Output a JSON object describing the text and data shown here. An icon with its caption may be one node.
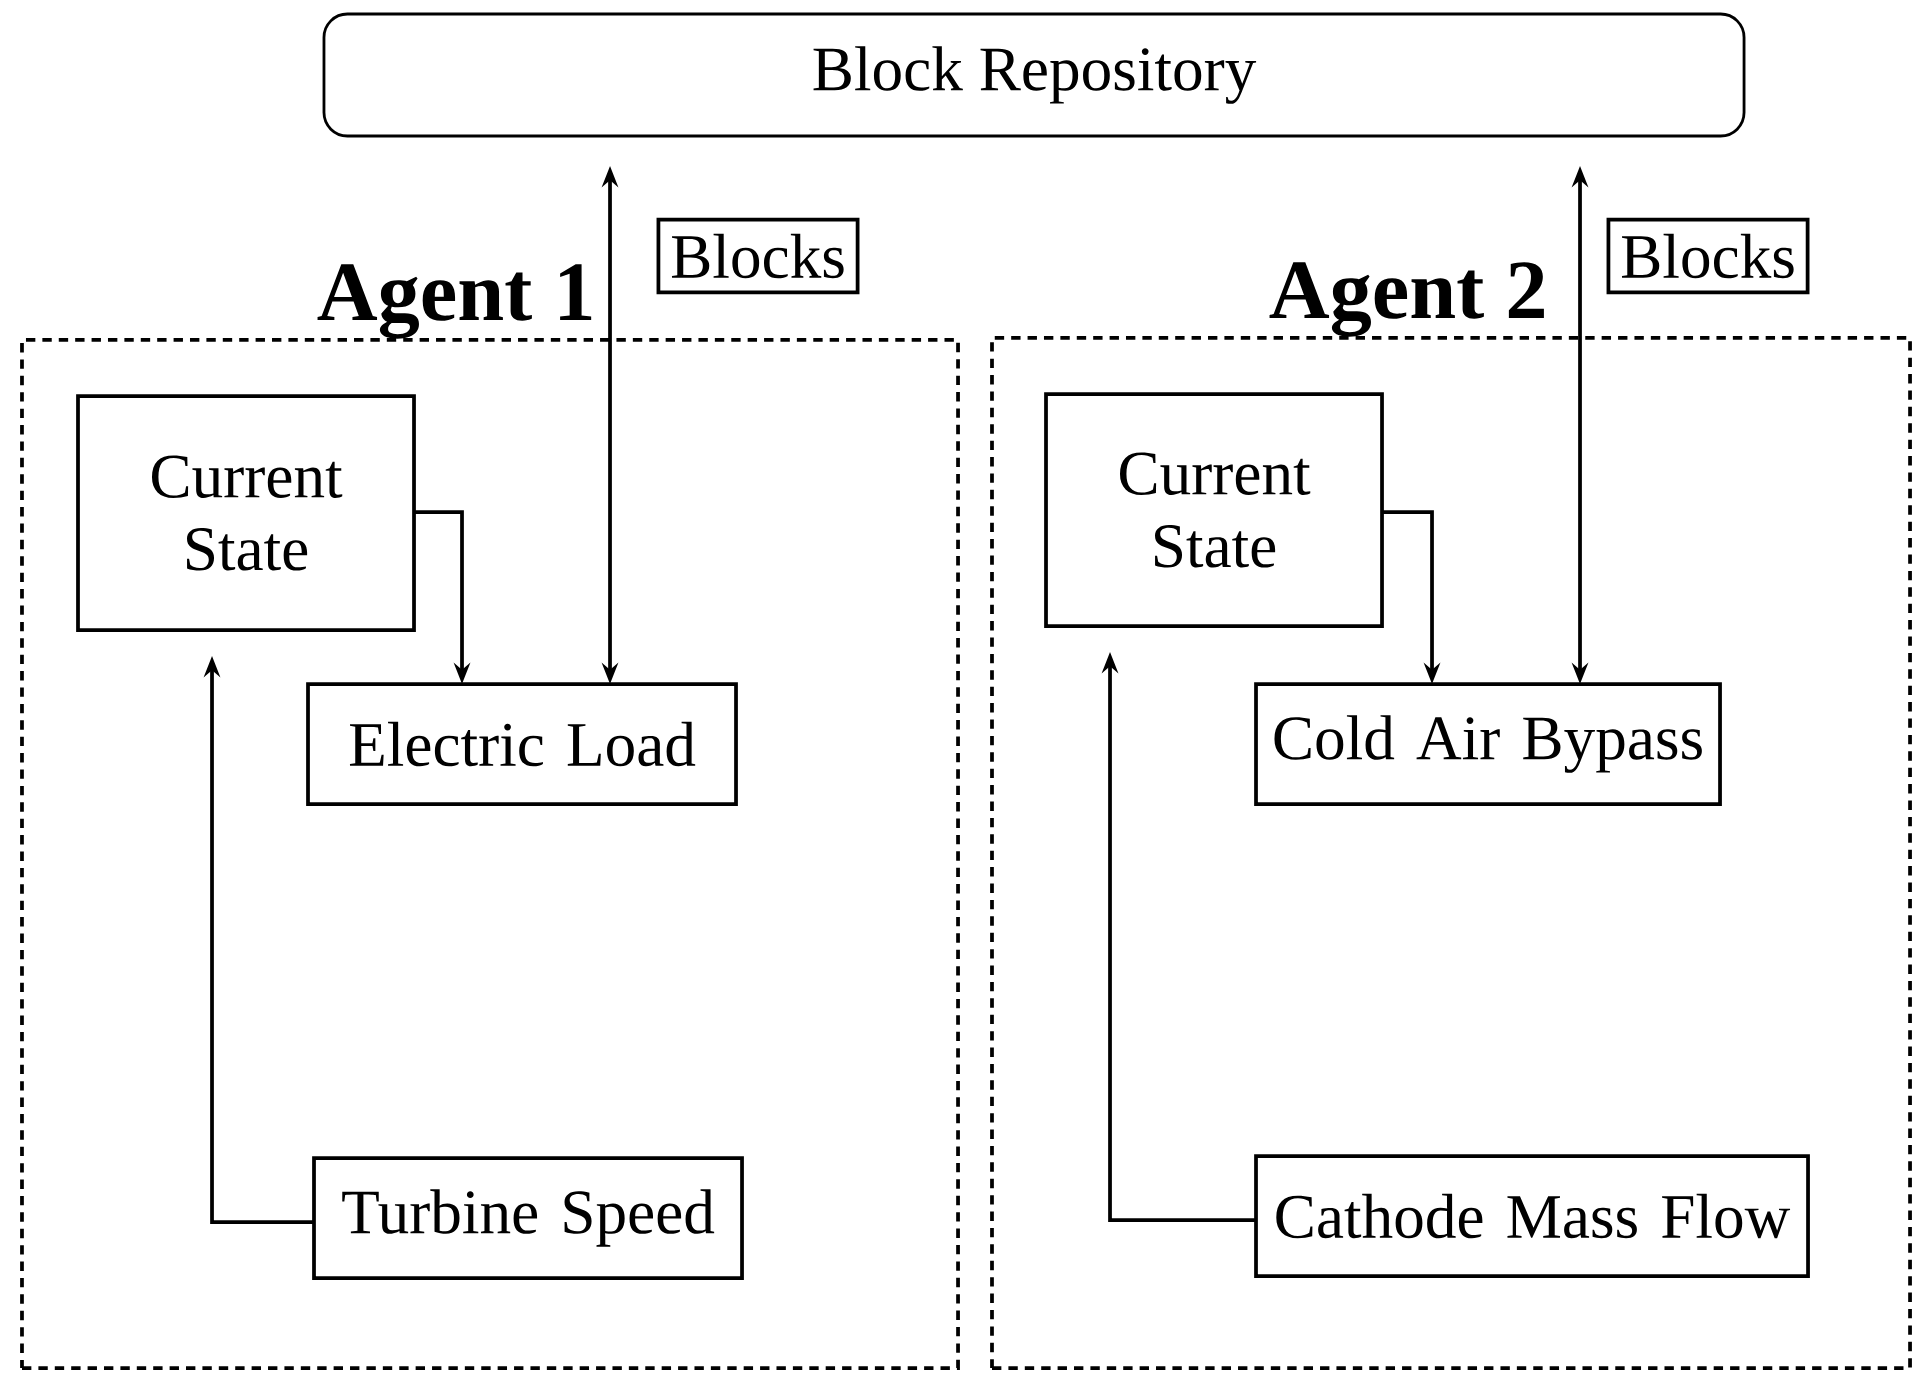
{
  "diagram": {
    "nodes": [
      {
        "text": [
          "Block Repository"
        ]
      },
      {
        "text": [
          "Agent 1"
        ]
      },
      {
        "text": [
          "Current State"
        ],
        "in": 1
      },
      {
        "text": [
          "Electric Load"
        ],
        "in": 1
      },
      {
        "text": [
          "Turbine Speed"
        ],
        "in": 1
      },
      {
        "text": [
          "Agent 2"
        ]
      },
      {
        "text": [
          "Current State"
        ],
        "in": 5
      },
      {
        "text": [
          "Cold Air Bypass"
        ],
        "in": 5
      },
      {
        "text": [
          "Cathode Mass Flow"
        ],
        "in": 5
      }
    ],
    "edges": [
      {
        "from": 0,
        "to": 3,
        "arrow": "both",
        "label": "Blocks"
      },
      {
        "from": 2,
        "to": 3,
        "arrow": "to"
      },
      {
        "from": 4,
        "to": 2,
        "arrow": "to"
      },
      {
        "from": 0,
        "to": 7,
        "arrow": "both",
        "label": "Blocks"
      },
      {
        "from": 6,
        "to": 7,
        "arrow": "to"
      },
      {
        "from": 8,
        "to": 6,
        "arrow": "to"
      }
    ]
  }
}
